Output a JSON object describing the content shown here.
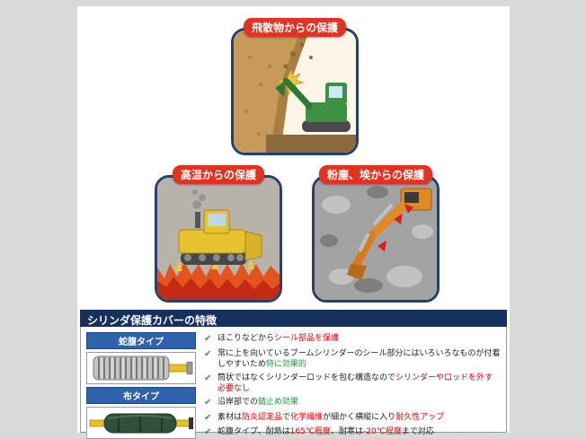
{
  "colors": {
    "page_bg": "#d9d9d9",
    "panel_border": "#27406e",
    "badge_bg": "#e23222",
    "header_bg": "#14305f",
    "product_label_bg": "#2e62ad",
    "accent_red": "#e00000",
    "accent_green": "#1a9a3c",
    "check_green": "#2fa043"
  },
  "panels": [
    {
      "label": "飛散物からの保護"
    },
    {
      "label": "高温からの保護"
    },
    {
      "label": "粉塵、埃からの保護"
    }
  ],
  "features": {
    "title": "シリンダ保護カバーの特徴",
    "check_glyph": "✔",
    "products": [
      {
        "label": "蛇腹タイプ"
      },
      {
        "label": "布タイプ"
      }
    ],
    "bullets": [
      [
        {
          "t": "ほこりなどから",
          "c": "black"
        },
        {
          "t": "シール部品を保護",
          "c": "red"
        }
      ],
      [
        {
          "t": "常に上を向いているブームシリンダーのシール部分にはいろいろなものが付着しやすいため",
          "c": "black"
        },
        {
          "t": "特に効果的",
          "c": "green"
        }
      ],
      [
        {
          "t": "筒状ではなくシリンダーロッドを包む構造なので",
          "c": "black"
        },
        {
          "t": "シリンダーやロッドを外す必要なし",
          "c": "red"
        }
      ],
      [
        {
          "t": "沿岸部での",
          "c": "black"
        },
        {
          "t": "錆止め効果",
          "c": "green"
        }
      ],
      [
        {
          "t": "素材は",
          "c": "black"
        },
        {
          "t": "防炎認定品",
          "c": "red"
        },
        {
          "t": "で",
          "c": "black"
        },
        {
          "t": "化学繊維",
          "c": "red"
        },
        {
          "t": "が細かく横縦に入り",
          "c": "black"
        },
        {
          "t": "耐久性アップ",
          "c": "red"
        }
      ],
      [
        {
          "t": "蛇腹タイプ、耐熱は",
          "c": "black"
        },
        {
          "t": "165℃程度",
          "c": "red"
        },
        {
          "t": "、耐寒は",
          "c": "black"
        },
        {
          "t": "-20℃程度",
          "c": "red"
        },
        {
          "t": "まで対応",
          "c": "black"
        }
      ]
    ]
  }
}
